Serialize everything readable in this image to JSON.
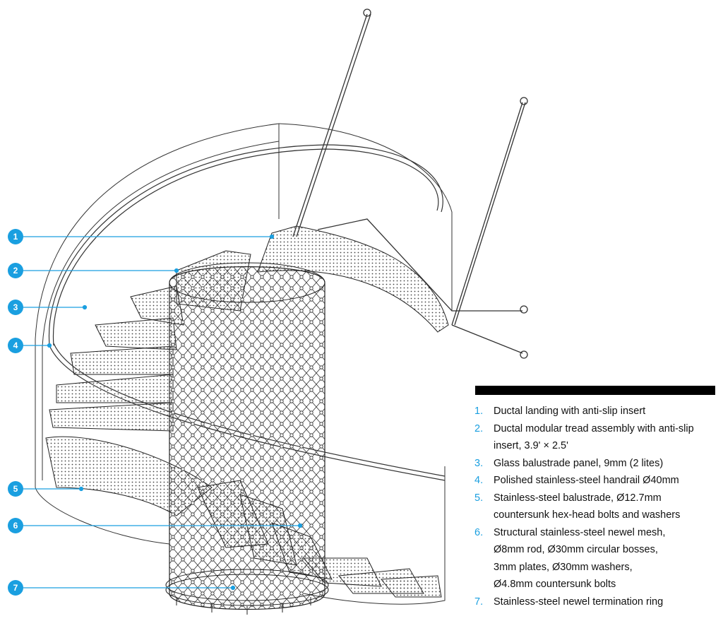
{
  "accent_color": "#1a9fe0",
  "callouts": [
    "1",
    "2",
    "3",
    "4",
    "5",
    "6",
    "7"
  ],
  "legend": [
    {
      "num": "1.",
      "lines": [
        "Ductal landing with anti-slip insert"
      ]
    },
    {
      "num": "2.",
      "lines": [
        "Ductal modular tread assembly with anti-slip",
        "insert, 3.9' × 2.5'"
      ]
    },
    {
      "num": "3.",
      "lines": [
        "Glass balustrade panel, 9mm (2 lites)"
      ]
    },
    {
      "num": "4.",
      "lines": [
        "Polished stainless-steel handrail Ø40mm"
      ]
    },
    {
      "num": "5.",
      "lines": [
        "Stainless-steel balustrade, Ø12.7mm",
        "countersunk hex-head bolts and washers"
      ]
    },
    {
      "num": "6.",
      "lines": [
        "Structural stainless-steel newel mesh,",
        "Ø8mm rod, Ø30mm circular bosses,",
        "3mm plates, Ø30mm washers,",
        "Ø4.8mm countersunk bolts"
      ]
    },
    {
      "num": "7.",
      "lines": [
        "Stainless-steel newel termination ring"
      ]
    }
  ]
}
